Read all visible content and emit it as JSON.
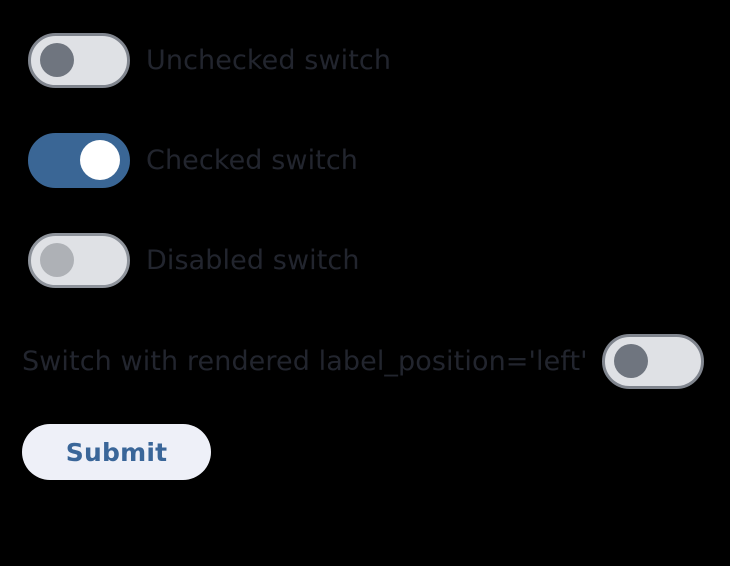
{
  "page": {
    "background_color": "#000000",
    "label_color": "#22252e",
    "accent_color": "#3a6695"
  },
  "switches": [
    {
      "name": "unchecked-switch",
      "label": "Unchecked switch",
      "state": "off",
      "checked": false,
      "disabled": false,
      "label_position": "right",
      "track_color": "#dfe1e5",
      "border_color": "#80858e",
      "knob_color": "#6f757f"
    },
    {
      "name": "checked-switch",
      "label": "Checked switch",
      "state": "on",
      "checked": true,
      "disabled": false,
      "label_position": "right",
      "track_color": "#3a6695",
      "border_color": "#3a6695",
      "knob_color": "#ffffff"
    },
    {
      "name": "disabled-switch",
      "label": "Disabled switch",
      "state": "off",
      "checked": false,
      "disabled": true,
      "label_position": "right",
      "track_color": "#dfe1e5",
      "border_color": "#8e939b",
      "knob_color": "#aeb1b6"
    },
    {
      "name": "left-label-switch",
      "label": "Switch with rendered label_position='left'",
      "state": "off",
      "checked": false,
      "disabled": false,
      "label_position": "left",
      "track_color": "#dfe1e5",
      "border_color": "#80858e",
      "knob_color": "#6f757f"
    }
  ],
  "form": {
    "submit_label": "Submit",
    "submit_background": "#eef0f8",
    "submit_text_color": "#3a6699"
  }
}
